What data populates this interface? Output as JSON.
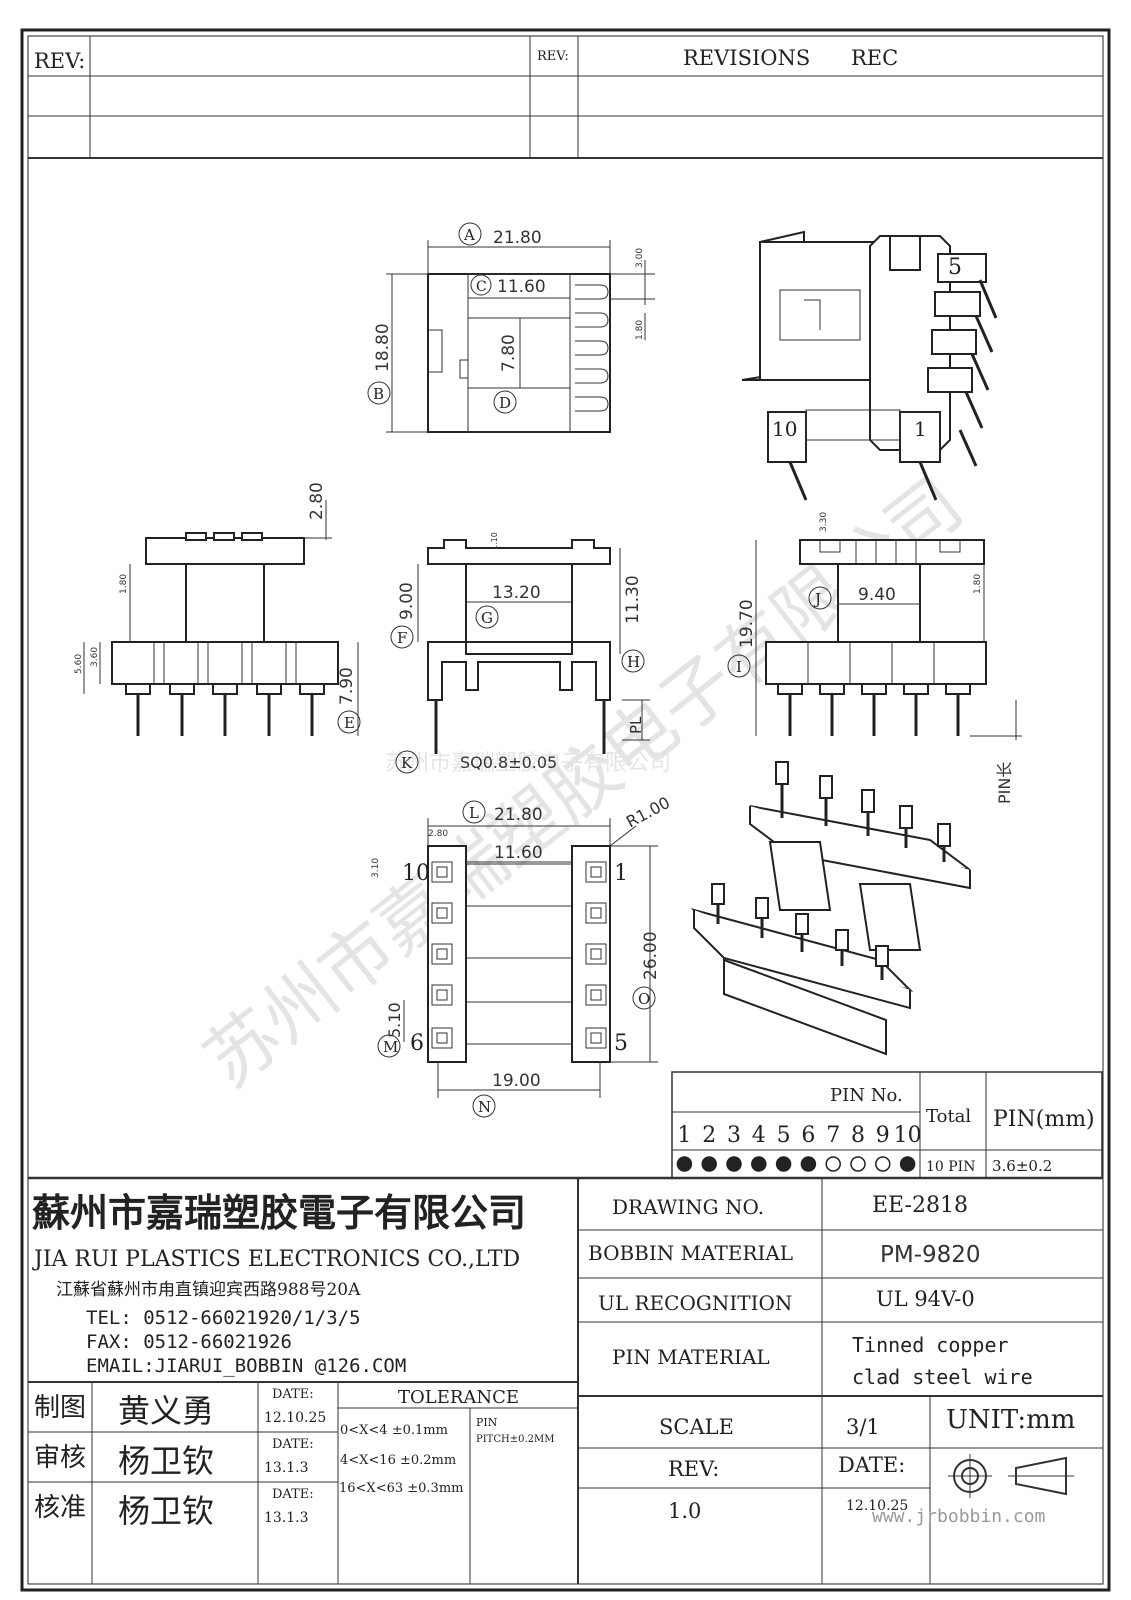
{
  "revision_block": {
    "rev_label": "REV:",
    "rev_label_small": "REV:",
    "revisions": "REVISIONS",
    "rec": "REC"
  },
  "dimensions": {
    "A": "21.80",
    "C": "11.60",
    "d_3_00": "3.00",
    "d_7_80": "7.80",
    "d_1_80a": "1.80",
    "B": "18.80",
    "d_2_80": "2.80",
    "d_1_80b": "1.80",
    "d_5_60": "5.60",
    "d_3_60": "3.60",
    "d_7_90": "7.90",
    "d_1_10": "1.10",
    "d_13_20": "13.20",
    "d_9_00": "9.00",
    "d_11_30": "11.30",
    "PL": "PL",
    "d_3_30": "3.30",
    "d_9_40": "9.40",
    "d_19_70": "19.70",
    "d_1_80c": "1.80",
    "pin_len": "PIN长",
    "K": "SQ0.8±0.05",
    "L": "21.80",
    "d_2_80b": "2.80",
    "d_11_60b": "11.60",
    "R": "R1.00",
    "d_3_10": "3.10",
    "O": "26.00",
    "M": "5.10",
    "N": "19.00"
  },
  "circle_letters": [
    "A",
    "B",
    "C",
    "D",
    "E",
    "F",
    "G",
    "H",
    "I",
    "J",
    "K",
    "L",
    "M",
    "N",
    "O"
  ],
  "pin_numbers": {
    "p10": "10",
    "p1": "1",
    "p6": "6",
    "p5": "5",
    "iso5": "5",
    "iso10": "10",
    "iso1": "1"
  },
  "watermark": "苏州市嘉瑞塑胶电子有限公司",
  "pin_table": {
    "header": "PIN No.",
    "pins": [
      "1",
      "2",
      "3",
      "4",
      "5",
      "6",
      "7",
      "8",
      "9",
      "10"
    ],
    "filled": [
      true,
      true,
      true,
      true,
      true,
      true,
      false,
      false,
      false,
      true
    ],
    "total_label": "Total",
    "total_value": "10 PIN",
    "pin_mm_label": "PIN(mm)",
    "pin_mm_value": "3.6±0.2"
  },
  "company": {
    "name_cn": "蘇州市嘉瑞塑胶電子有限公司",
    "name_en": "JIA RUI PLASTICS ELECTRONICS CO.,LTD",
    "address": "江蘇省蘇州市甪直镇迎宾西路988号20A",
    "tel": "TEL: 0512-66021920/1/3/5",
    "fax": "FAX: 0512-66021926",
    "email": "EMAIL:JIARUI_BOBBIN @126.COM"
  },
  "approvals": [
    {
      "role": "制图",
      "name": "黄义勇",
      "date_label": "DATE:",
      "date": "12.10.25"
    },
    {
      "role": "审核",
      "name": "杨卫钦",
      "date_label": "DATE:",
      "date": "13.1.3"
    },
    {
      "role": "核准",
      "name": "杨卫钦",
      "date_label": "DATE:",
      "date": "13.1.3"
    }
  ],
  "tolerance": {
    "title": "TOLERANCE",
    "rows": [
      "0<X<4  ±0.1mm",
      "4<X<16 ±0.2mm",
      "16<X<63 ±0.3mm"
    ],
    "pin_label": "PIN",
    "pin_pitch": "PITCH±0.2MM"
  },
  "specs": {
    "drawing_no_label": "DRAWING  NO.",
    "drawing_no": "EE-2818",
    "bobbin_material_label": "BOBBIN  MATERIAL",
    "bobbin_material": "PM-9820",
    "ul_label": "UL RECOGNITION",
    "ul": "UL 94V-0",
    "pin_material_label": "PIN MATERIAL",
    "pin_material_1": "Tinned copper",
    "pin_material_2": "clad steel wire",
    "scale_label": "SCALE",
    "scale": "3/1",
    "unit": "UNIT:mm",
    "rev_label": "REV:",
    "rev": "1.0",
    "date_label": "DATE:",
    "date": "12.10.25"
  },
  "footer_url": "www.jrbobbin.com"
}
